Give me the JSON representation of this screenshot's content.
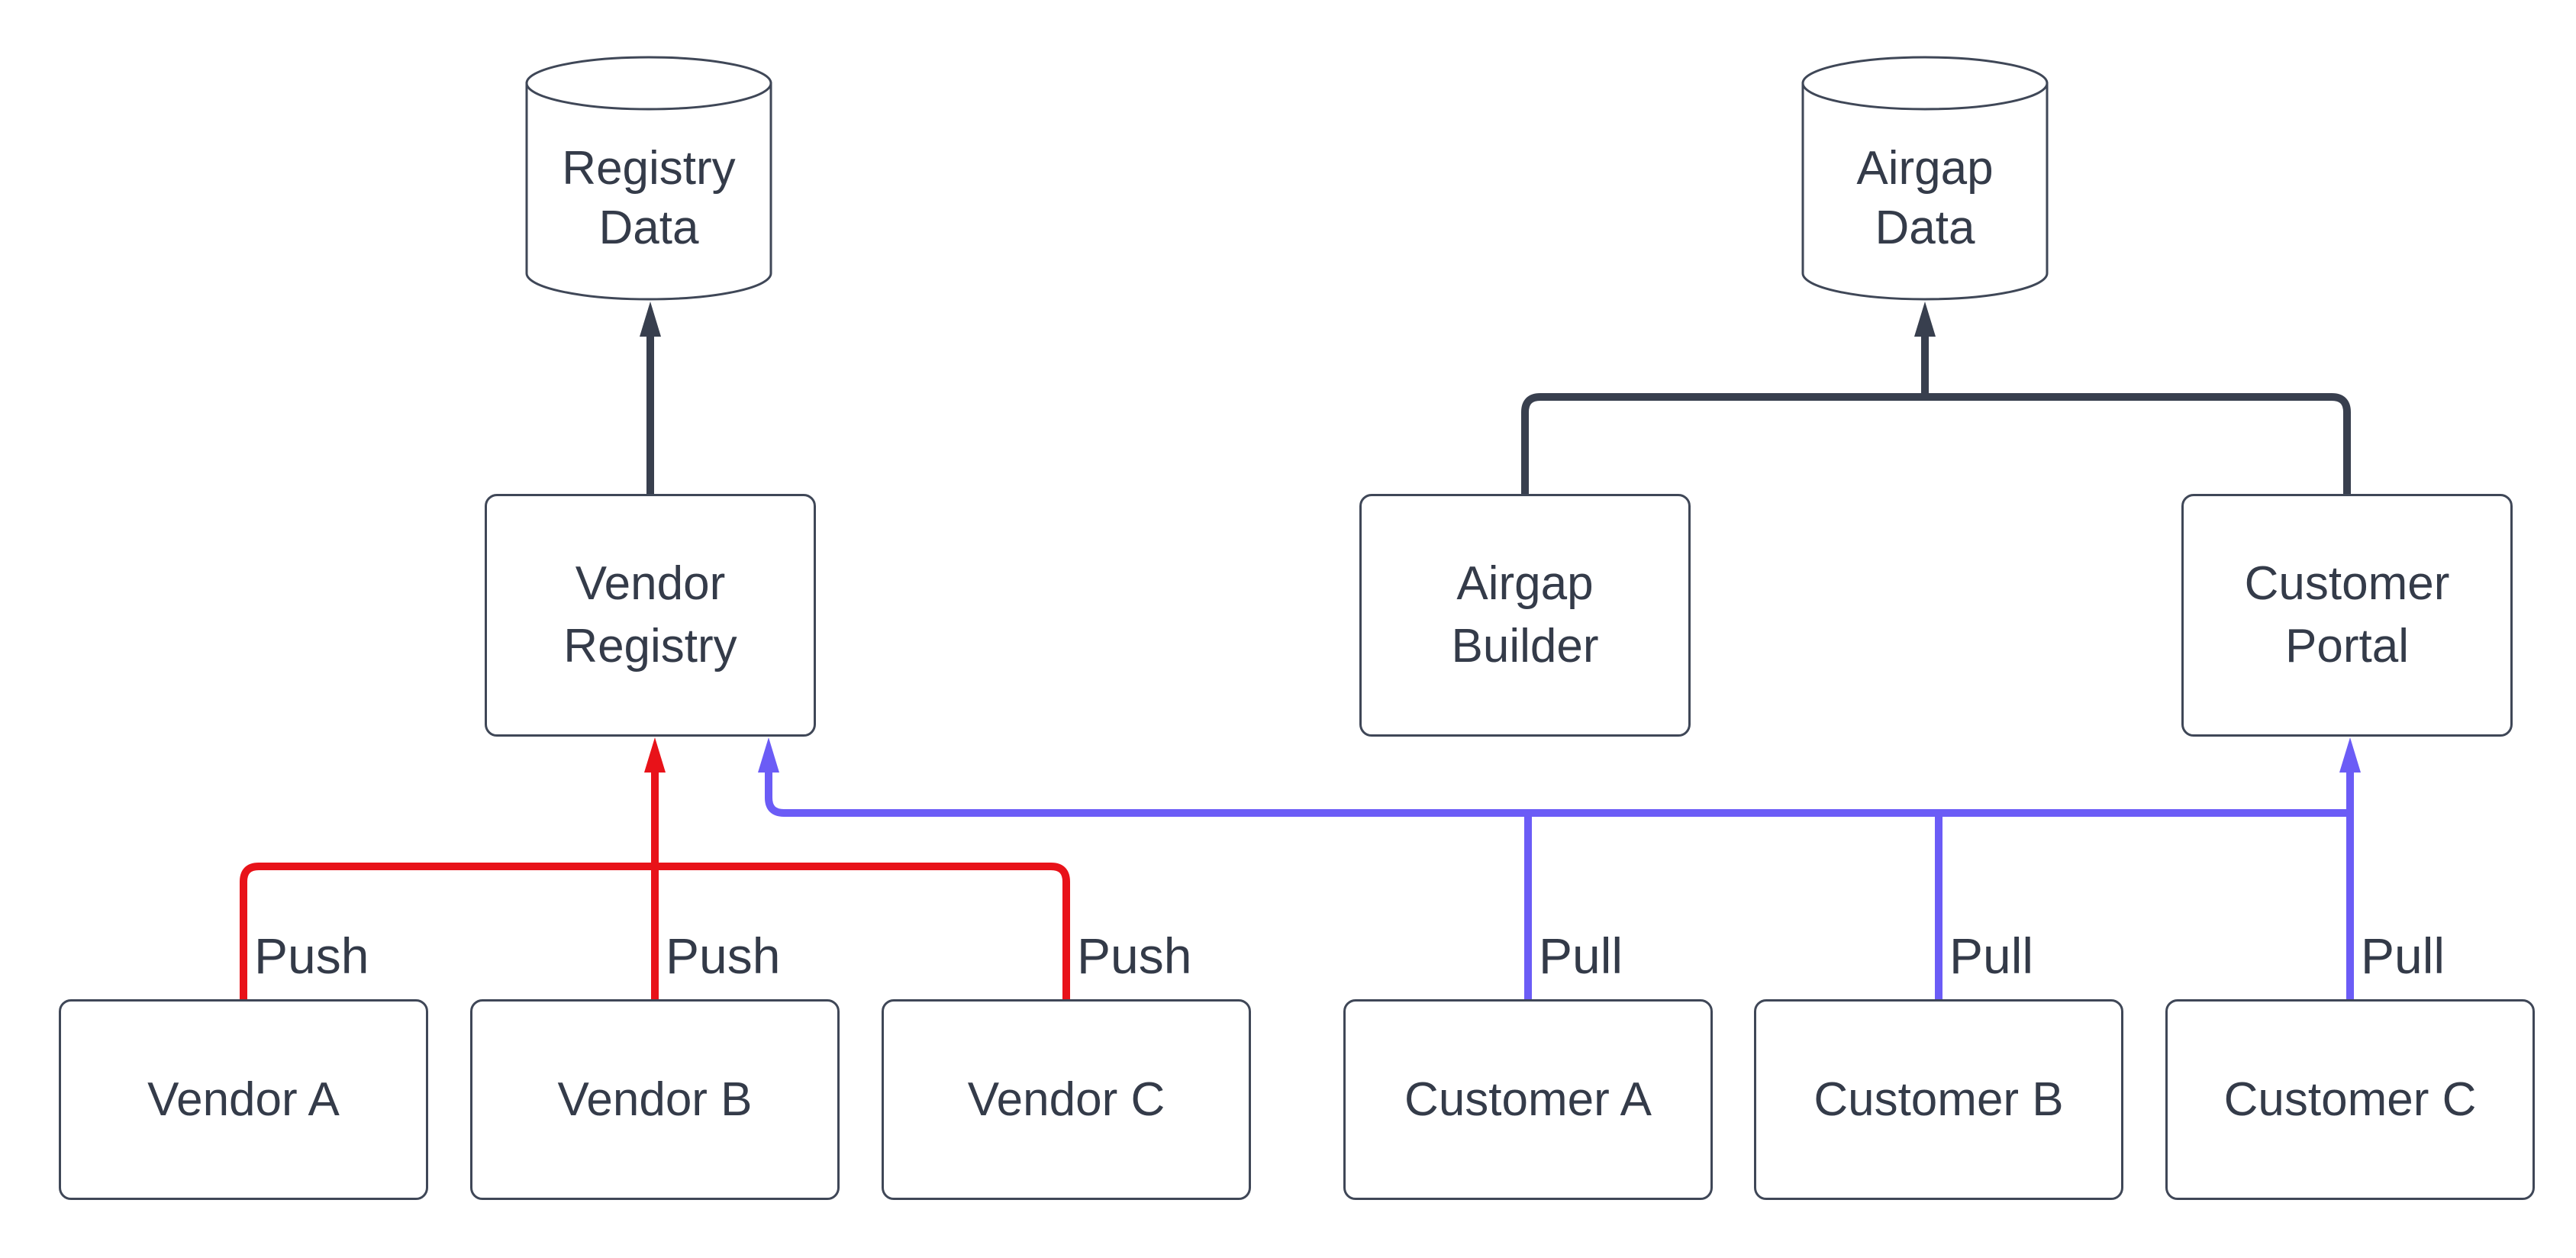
{
  "diagram": {
    "background_color": "#ffffff",
    "colors": {
      "node_border": "#3f4757",
      "dark_connector": "#383f4e",
      "push_red": "#e81219",
      "pull_blue": "#6b5cf6",
      "text": "#343b49"
    },
    "nodes": {
      "registry_data": {
        "label": "Registry\nData",
        "shape": "cylinder"
      },
      "airgap_data": {
        "label": "Airgap\nData",
        "shape": "cylinder"
      },
      "vendor_registry": {
        "label": "Vendor\nRegistry",
        "shape": "rect"
      },
      "airgap_builder": {
        "label": "Airgap\nBuilder",
        "shape": "rect"
      },
      "customer_portal": {
        "label": "Customer\nPortal",
        "shape": "rect"
      },
      "vendor_a": {
        "label": "Vendor A",
        "shape": "rect"
      },
      "vendor_b": {
        "label": "Vendor B",
        "shape": "rect"
      },
      "vendor_c": {
        "label": "Vendor C",
        "shape": "rect"
      },
      "customer_a": {
        "label": "Customer A",
        "shape": "rect"
      },
      "customer_b": {
        "label": "Customer B",
        "shape": "rect"
      },
      "customer_c": {
        "label": "Customer C",
        "shape": "rect"
      }
    },
    "edges": [
      {
        "from": "Vendor Registry",
        "to": "Registry Data",
        "label": "",
        "color": "dark"
      },
      {
        "from": "Airgap Builder",
        "to": "Airgap Data",
        "label": "",
        "color": "dark"
      },
      {
        "from": "Customer Portal",
        "to": "Airgap Data",
        "label": "",
        "color": "dark"
      },
      {
        "from": "Vendor A",
        "to": "Vendor Registry",
        "label": "Push",
        "color": "red"
      },
      {
        "from": "Vendor B",
        "to": "Vendor Registry",
        "label": "Push",
        "color": "red"
      },
      {
        "from": "Vendor C",
        "to": "Vendor Registry",
        "label": "Push",
        "color": "red"
      },
      {
        "from": "Customer A",
        "to": "Vendor Registry",
        "label": "Pull",
        "color": "blue"
      },
      {
        "from": "Customer B",
        "to": "Vendor Registry",
        "label": "Pull",
        "color": "blue"
      },
      {
        "from": "Customer C",
        "to": "Customer Portal",
        "label": "Pull",
        "color": "blue"
      }
    ]
  }
}
